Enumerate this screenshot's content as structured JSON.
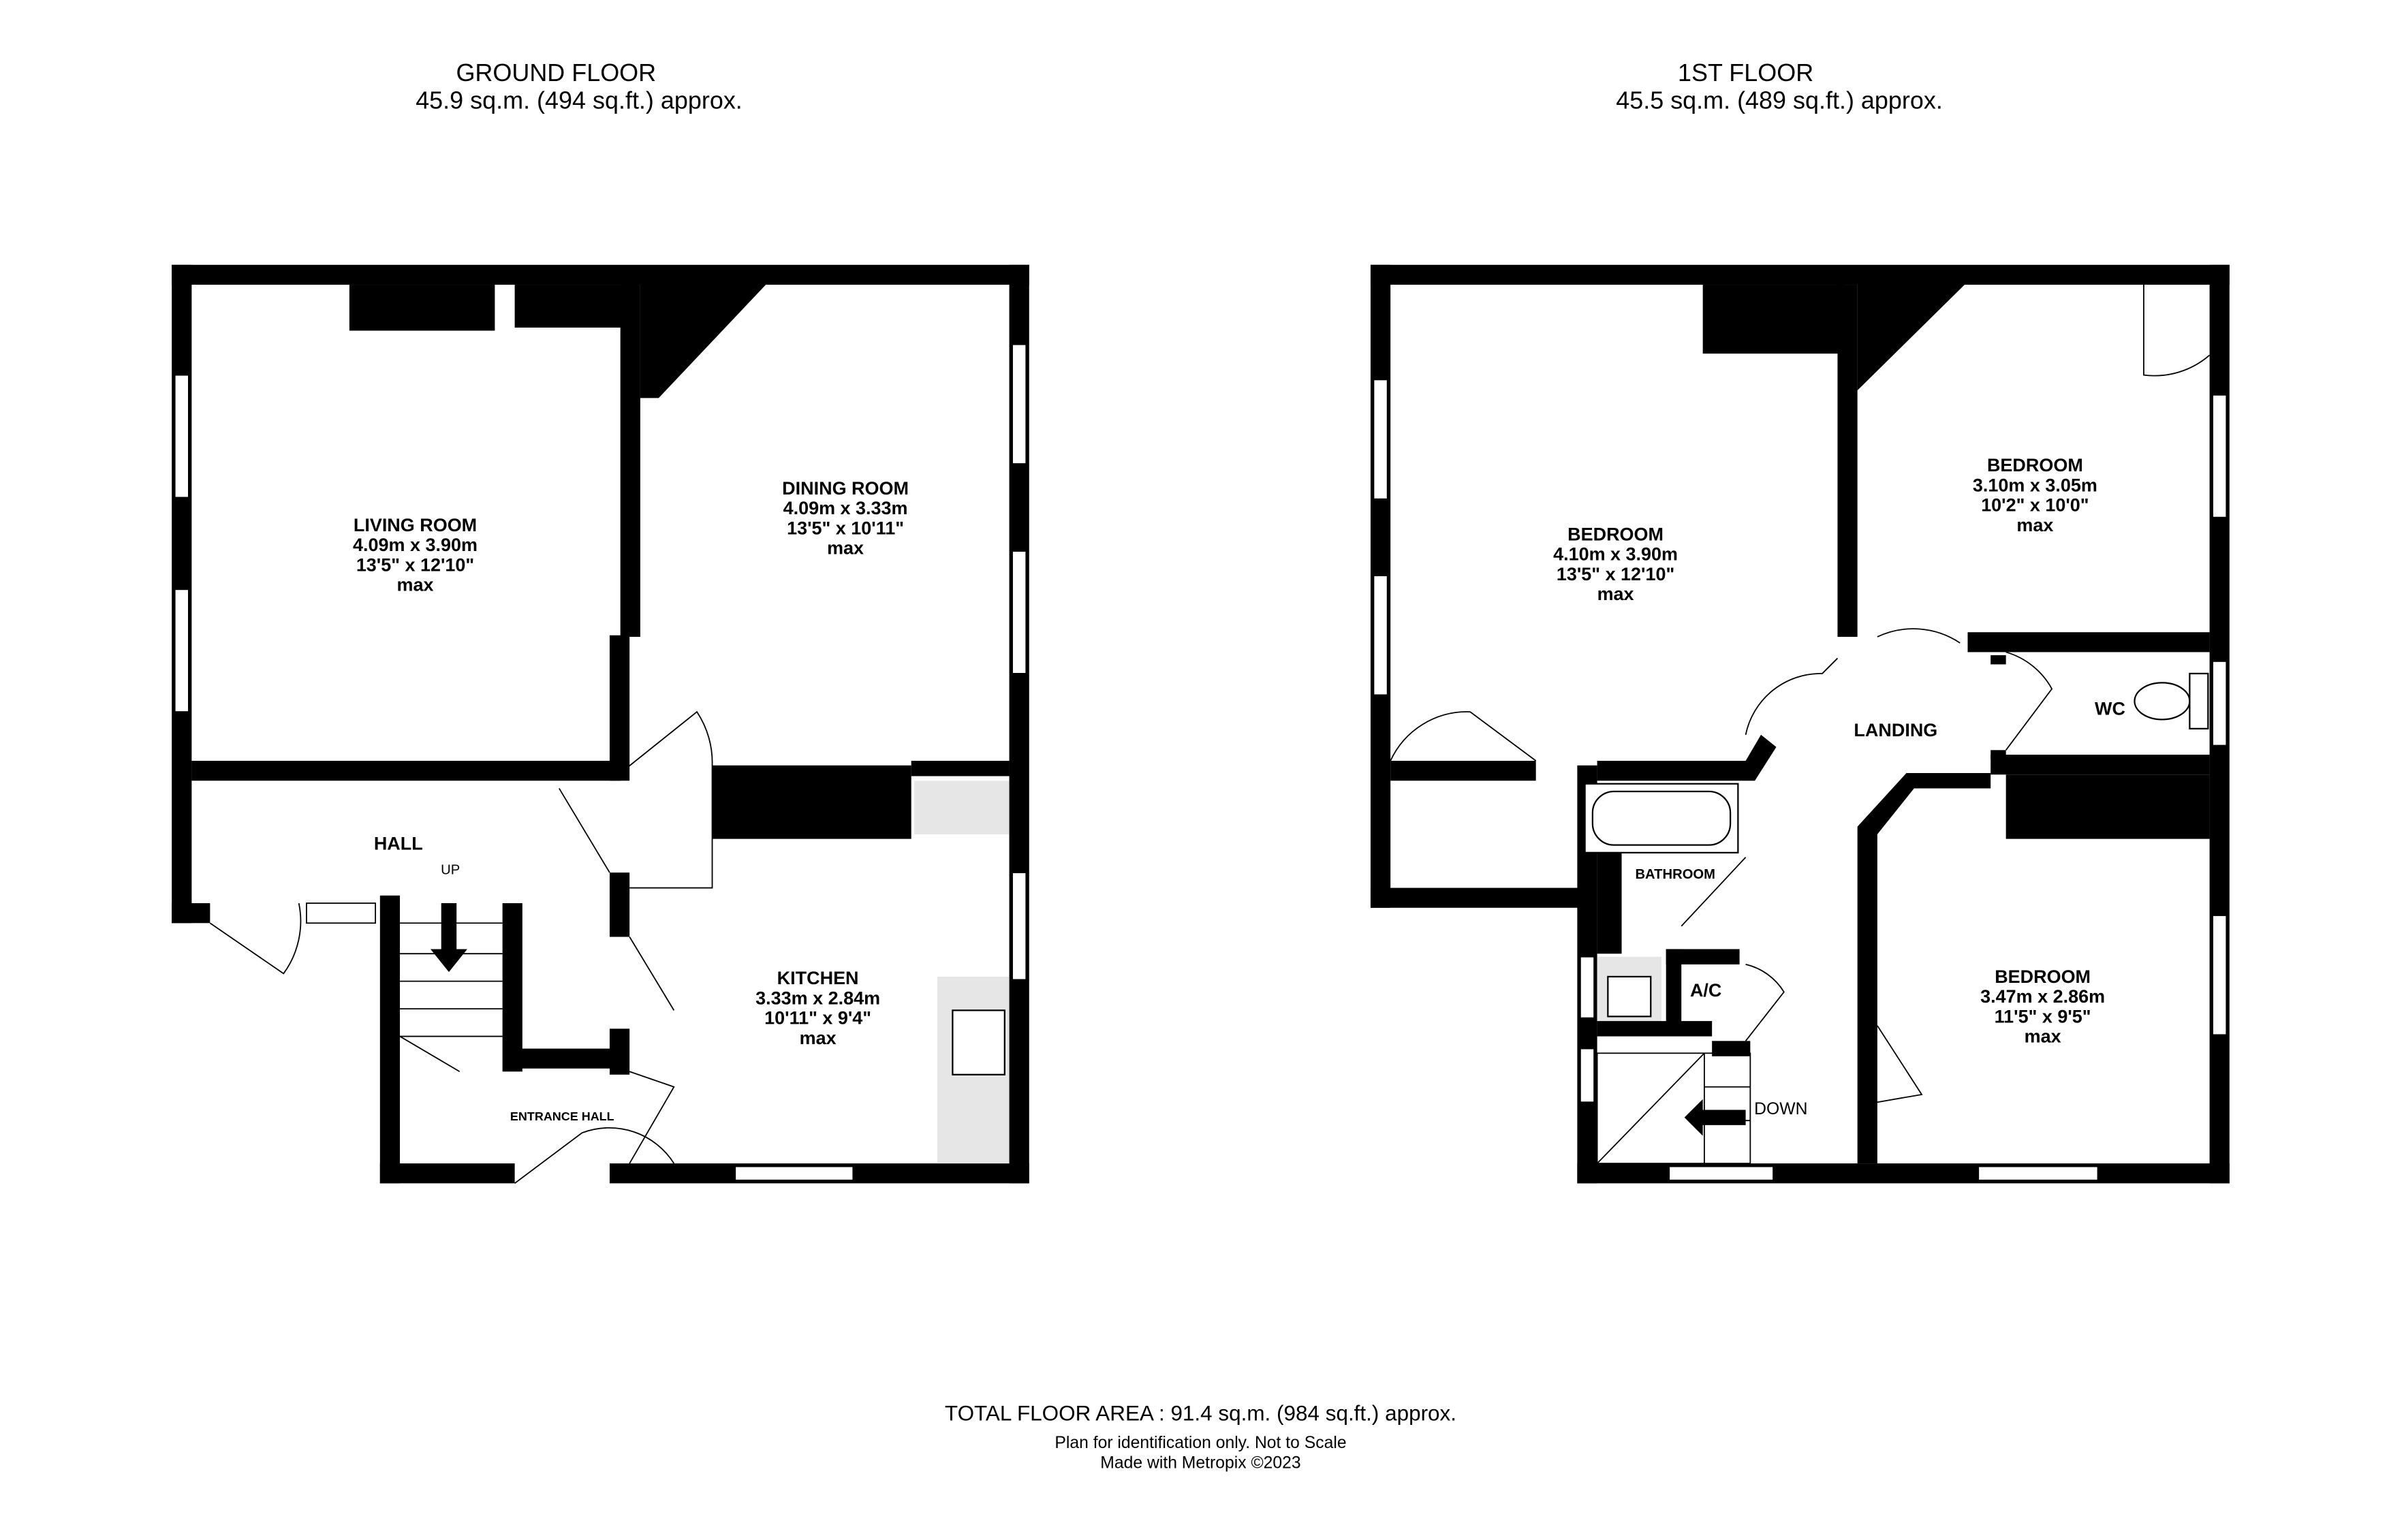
{
  "ground_floor": {
    "title": "GROUND FLOOR",
    "area": "45.9 sq.m. (494 sq.ft.) approx.",
    "rooms": [
      {
        "name": "LIVING ROOM",
        "metric": "4.09m  x 3.90m",
        "imperial": "13'5\"  x 12'10\"",
        "note": "max"
      },
      {
        "name": "DINING ROOM",
        "metric": "4.09m  x 3.33m",
        "imperial": "13'5\"  x 10'11\"",
        "note": "max"
      },
      {
        "name": "KITCHEN",
        "metric": "3.33m  x 2.84m",
        "imperial": "10'11\"  x 9'4\"",
        "note": "max"
      }
    ],
    "hall": "HALL",
    "stairs": "UP",
    "entrance_hall": "ENTRANCE HALL"
  },
  "first_floor": {
    "title": "1ST FLOOR",
    "area": "45.5 sq.m. (489 sq.ft.) approx.",
    "rooms": [
      {
        "name": "BEDROOM",
        "metric": "4.10m  x 3.90m",
        "imperial": "13'5\"  x 12'10\"",
        "note": "max"
      },
      {
        "name": "BEDROOM",
        "metric": "3.10m  x 3.05m",
        "imperial": "10'2\"  x 10'0\"",
        "note": "max"
      },
      {
        "name": "BEDROOM",
        "metric": "3.47m  x 2.86m",
        "imperial": "11'5\"  x 9'5\"",
        "note": "max"
      }
    ],
    "landing": "LANDING",
    "wc": "WC",
    "bathroom": "BATHROOM",
    "ac": "A/C",
    "stairs": "DOWN"
  },
  "footer": {
    "total": "TOTAL FLOOR AREA : 91.4 sq.m. (984 sq.ft.) approx.",
    "disclaimer": "Plan for identification only. Not to Scale",
    "credit": "Made with Metropix ©2023"
  }
}
